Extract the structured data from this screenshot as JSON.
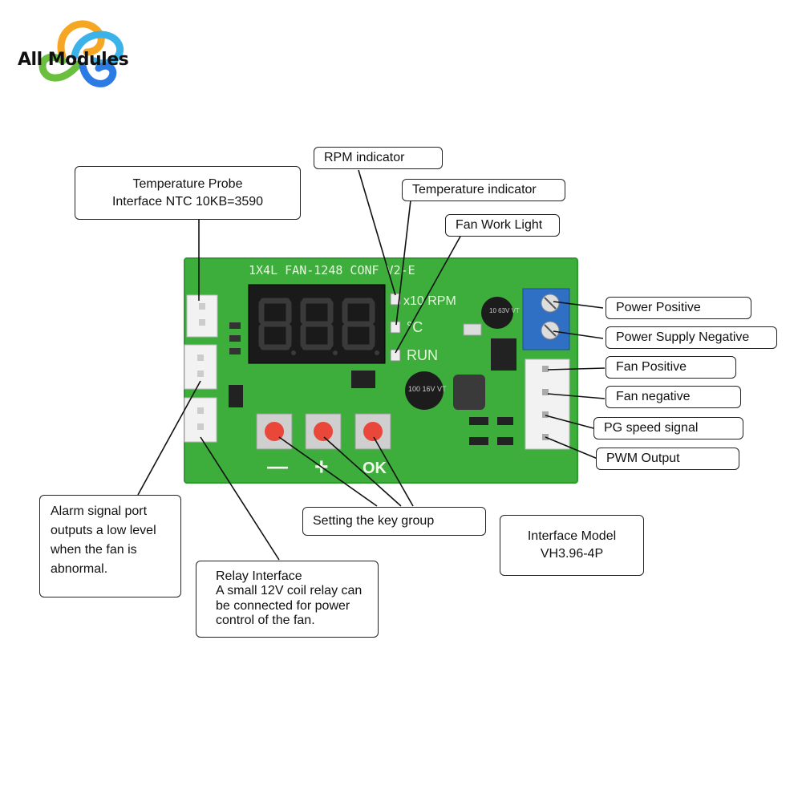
{
  "brand": {
    "logo_text": "All Modules",
    "colors": {
      "orange": "#f5a623",
      "blue": "#2c7be5",
      "green": "#6abf3f",
      "cyan": "#3bb3e8"
    }
  },
  "board": {
    "silkscreen_title": "1X4L FAN-1248 CONF V2-E",
    "display_digits": "...",
    "indicator_rpm": "x10 RPM",
    "indicator_temp": "°C",
    "indicator_run": "RUN",
    "button_minus": "—",
    "button_plus": "+",
    "button_ok": "OK",
    "cap_small": "10 63V VT",
    "cap_large": "100 16V VT",
    "colors": {
      "pcb": "#3dae3c",
      "pcb_dark": "#2f9a30",
      "terminal": "#2f6fc4",
      "button": "#e8473a"
    }
  },
  "callouts": {
    "temp_probe_line1": "Temperature Probe",
    "temp_probe_line2": "Interface NTC 10KB=3590",
    "rpm_indicator": "RPM indicator",
    "temp_indicator": "Temperature indicator",
    "fan_work_light": "Fan Work Light",
    "power_positive": "Power Positive",
    "power_negative": "Power Supply Negative",
    "fan_positive": "Fan Positive",
    "fan_negative": "Fan negative",
    "pg_speed": "PG speed signal",
    "pwm_output": "PWM Output",
    "key_group": "Setting the key group",
    "interface_model_line1": "Interface Model",
    "interface_model_line2": "VH3.96-4P",
    "alarm": "Alarm signal port\noutputs a low level\nwhen the fan is\nabnormal.",
    "relay": "Relay Interface\nA small 12V coil relay can\nbe connected for power\ncontrol of the fan."
  }
}
